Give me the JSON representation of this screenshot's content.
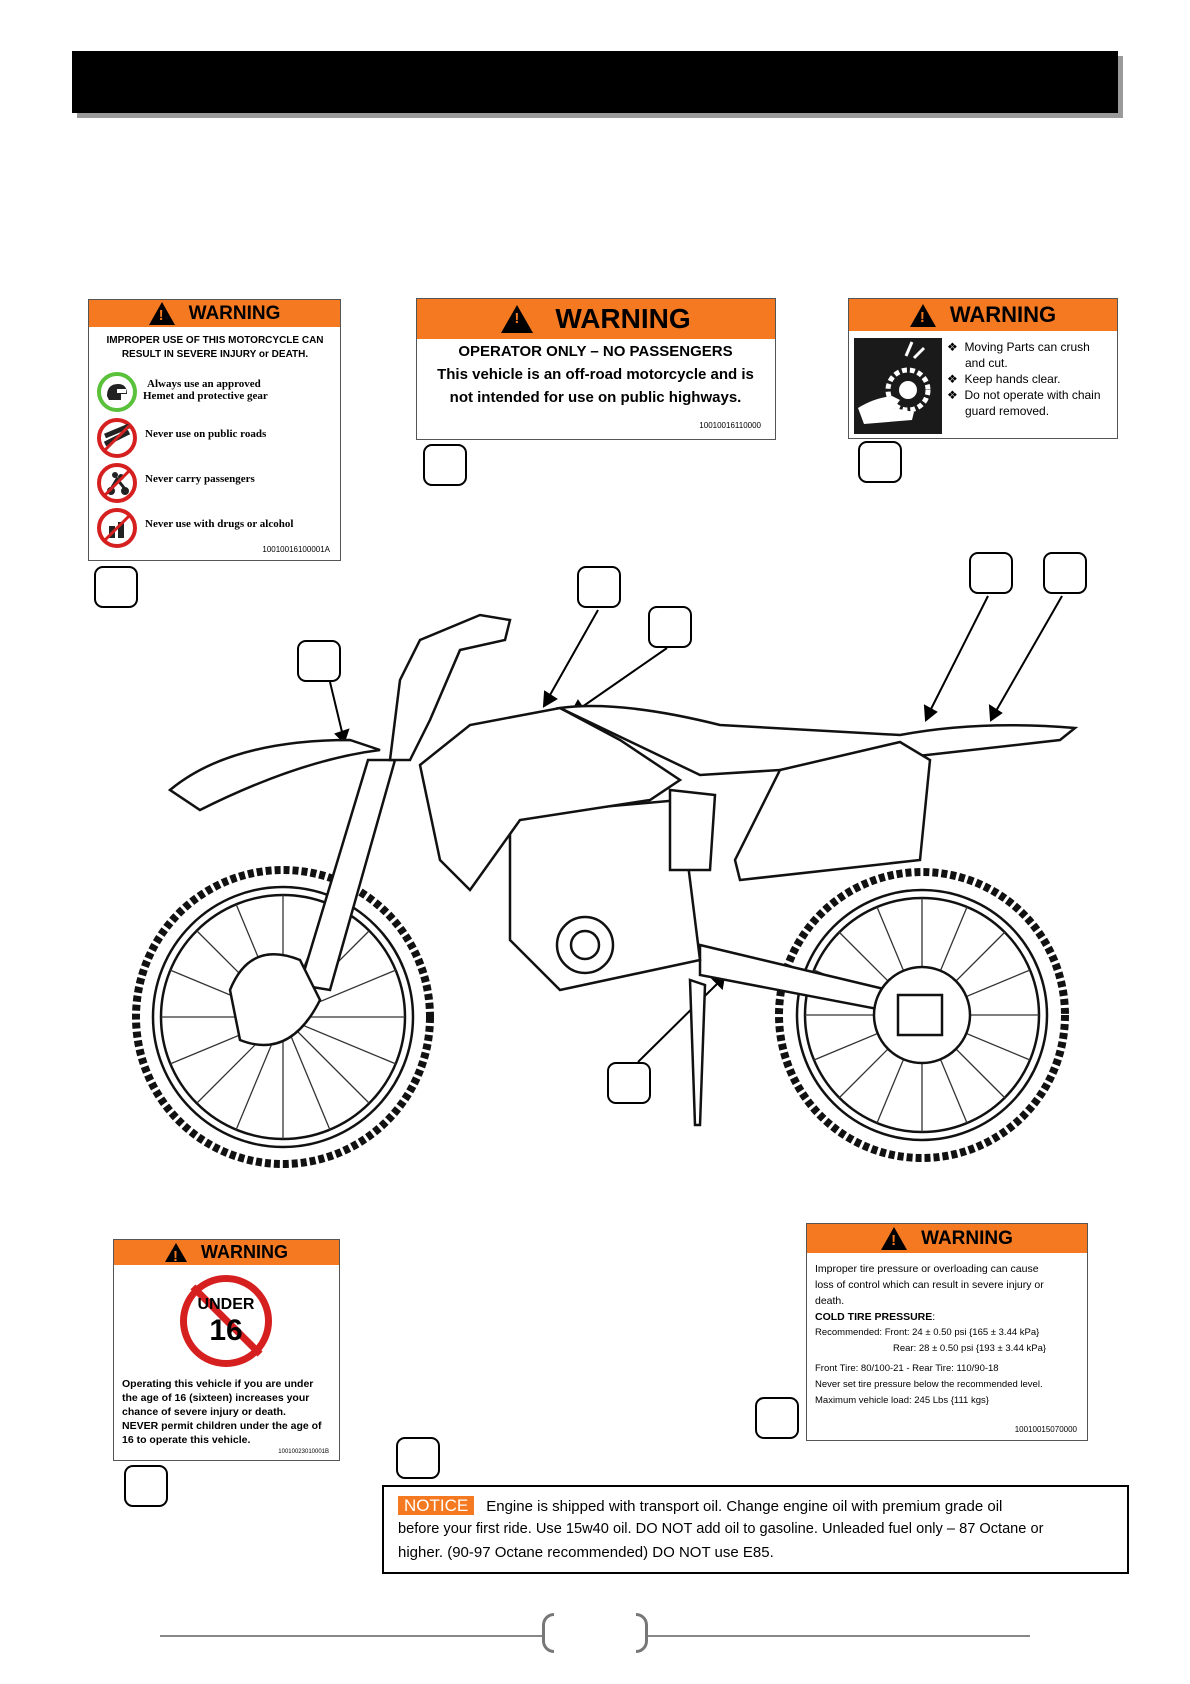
{
  "label1": {
    "header": "WARNING",
    "heading": "IMPROPER USE OF THIS MOTORCYCLE CAN RESULT IN SEVERE INJURY or DEATH.",
    "items": [
      {
        "icon": "helmet-icon",
        "text_line1": "Always use an approved",
        "text_line2": "Hemet and protective gear"
      },
      {
        "icon": "no-public-roads-icon",
        "text_line1": "Never use on public roads",
        "text_line2": ""
      },
      {
        "icon": "no-passengers-icon",
        "text_line1": "Never carry passengers",
        "text_line2": ""
      },
      {
        "icon": "no-drugs-alcohol-icon",
        "text_line1": "Never use with drugs or alcohol",
        "text_line2": ""
      }
    ],
    "code": "10010016100001A"
  },
  "label2": {
    "header": "WARNING",
    "line1": "OPERATOR ONLY – NO PASSENGERS",
    "line2": "This vehicle is an off-road motorcycle and is",
    "line3": "not intended for use on public highways.",
    "code": "10010016110000"
  },
  "label3": {
    "header": "WARNING",
    "icon": "hand-chain-crush-icon",
    "bullets": [
      {
        "line1": "Moving Parts can crush",
        "line2": "and cut."
      },
      {
        "line1": "Keep hands clear.",
        "line2": ""
      },
      {
        "line1": "Do not operate with chain",
        "line2": "guard removed."
      }
    ]
  },
  "label4": {
    "header": "WARNING",
    "sign_top": "UNDER",
    "sign_bottom": "16",
    "lines": [
      "Operating this vehicle if you are under",
      "the age of 16 (sixteen) increases your",
      "chance of severe injury or death.",
      "NEVER permit children under the age of",
      "16 to operate this vehicle."
    ],
    "code": "10010023010001B"
  },
  "label5": {
    "header": "WARNING",
    "lines": [
      "Improper tire pressure or overloading can cause",
      "loss of control which can result in severe injury or",
      "death."
    ],
    "cold_title": "COLD TIRE PRESSURE",
    "cold_colon": ":",
    "front": "Recommended: Front: 24 ± 0.50 psi {165 ± 3.44 kPa}",
    "rear": "Rear: 28 ± 0.50 psi {193 ± 3.44 kPa}",
    "tires": "Front Tire: 80/100-21  -  Rear Tire: 110/90-18",
    "never": "Never set tire pressure below the recommended level.",
    "load": "Maximum vehicle load: 245 Lbs {111 kgs}",
    "code": "10010015070000"
  },
  "notice": {
    "badge": "NOTICE",
    "line1": "Engine is shipped with transport oil. Change engine oil with premium grade oil",
    "line2": "before your first ride. Use 15w40 oil. DO NOT add oil to gasoline. Unleaded fuel only – 87 Octane or",
    "line3": "higher. (90-97 Octane recommended) DO NOT use E85."
  },
  "colors": {
    "warning_orange": "#f47920",
    "notice_orange": "#f47920",
    "prohibit_red": "#d62020",
    "helmet_green": "#5ac13a"
  }
}
